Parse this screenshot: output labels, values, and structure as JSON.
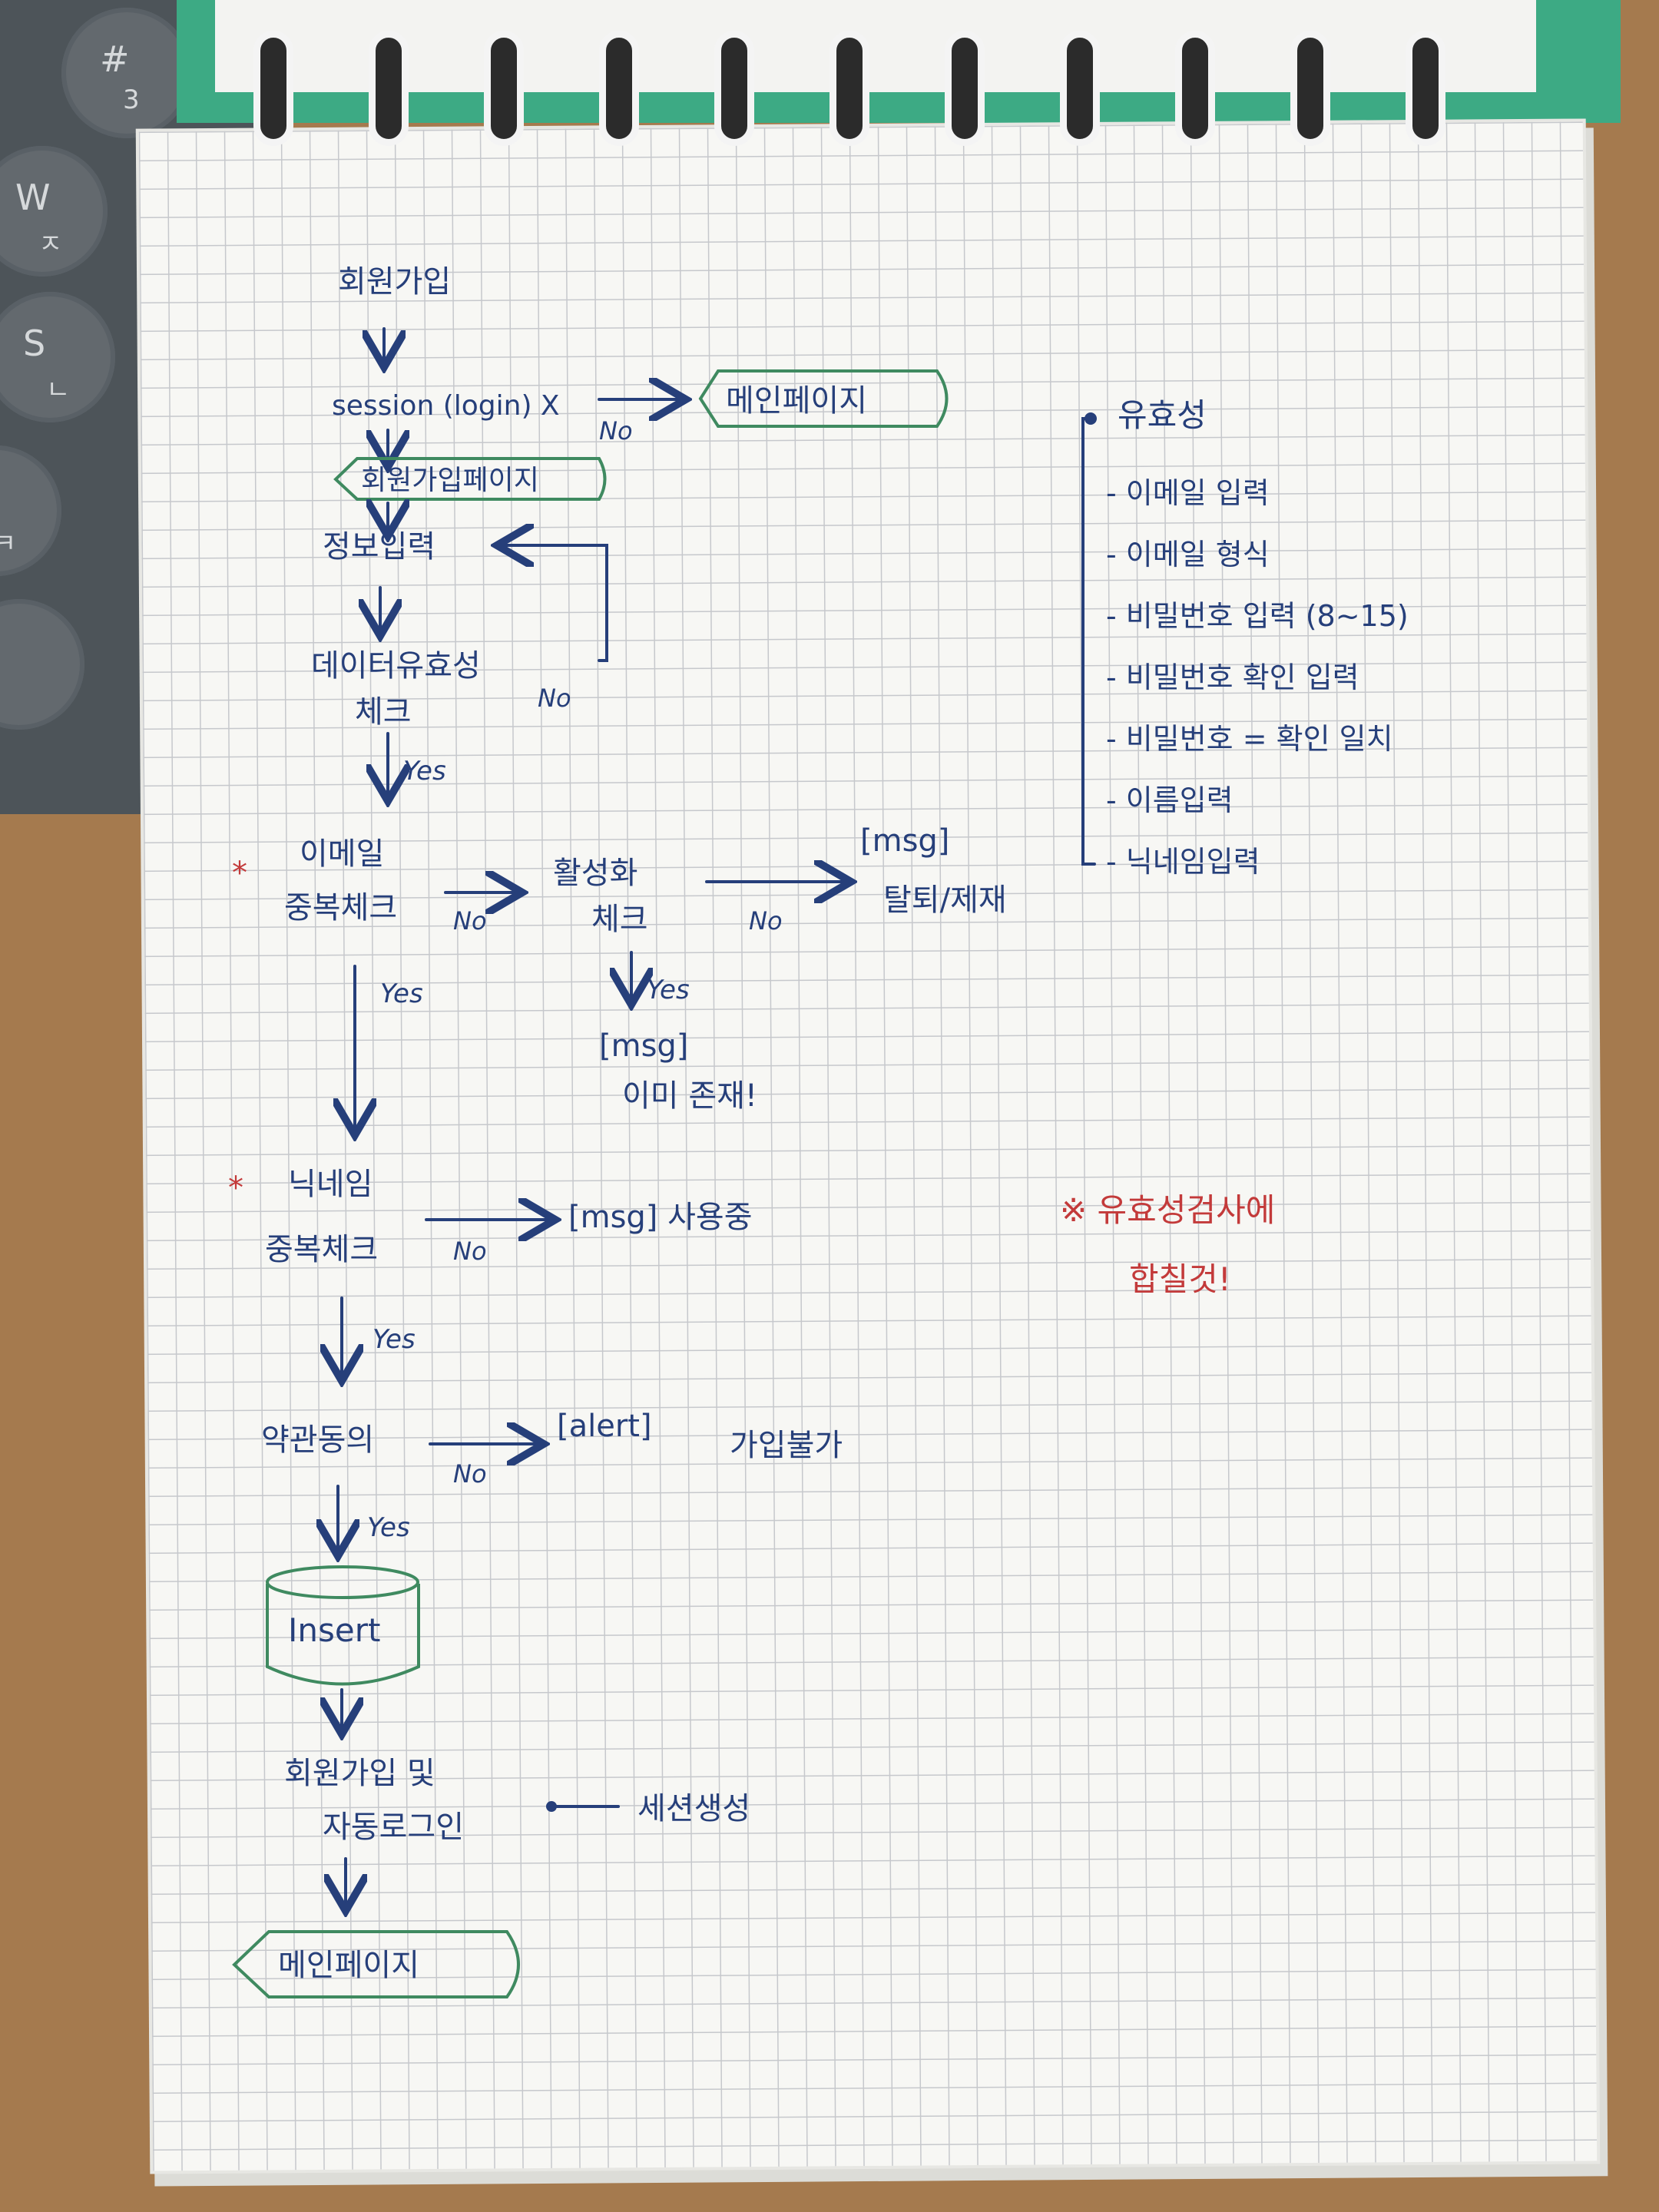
{
  "flow": {
    "start": "회원가입",
    "session": "session (login) X",
    "no_1": "No",
    "main_page_1": "메인페이지",
    "signup_page": "회원가입페이지",
    "input": "정보입력",
    "validity_check_1": "데이터유효성",
    "validity_check_2": "체크",
    "no_2": "No",
    "yes_1": "Yes",
    "email_dup_1": "이메일",
    "email_dup_2": "중복체크",
    "no_3": "No",
    "active_check_1": "활성화",
    "active_check_2": "체크",
    "no_4": "No",
    "msg_1": "[msg]",
    "withdraw": "탈퇴/제재",
    "yes_2": "Yes",
    "yes_3": "Yes",
    "msg_2": "[msg]",
    "exists": "이미 존재!",
    "nick_dup_1": "닉네임",
    "nick_dup_2": "중복체크",
    "no_5": "No",
    "msg_in_use": "[msg] 사용중",
    "yes_4": "Yes",
    "terms": "약관동의",
    "no_6": "No",
    "alert": "[alert]",
    "cannot_join": "가입불가",
    "yes_5": "Yes",
    "insert": "Insert",
    "signup_login_1": "회원가입 및",
    "signup_login_2": "자동로그인",
    "session_create": "세션생성",
    "main_page_2": "메인페이지"
  },
  "validity": {
    "title": "유효성",
    "items": [
      "- 이메일 입력",
      "- 이메일 형식",
      "- 비밀번호 입력 (8~15)",
      "- 비밀번호 확인 입력",
      "- 비밀번호 = 확인 일치",
      "- 이름입력",
      "- 닉네임입력"
    ]
  },
  "note": {
    "line1": "※ 유효성검사에",
    "line2": "합칠것!"
  },
  "colors": {
    "ink": "#263f7a",
    "red_ink": "#c33a3a",
    "green_ink": "#3f8a60"
  }
}
